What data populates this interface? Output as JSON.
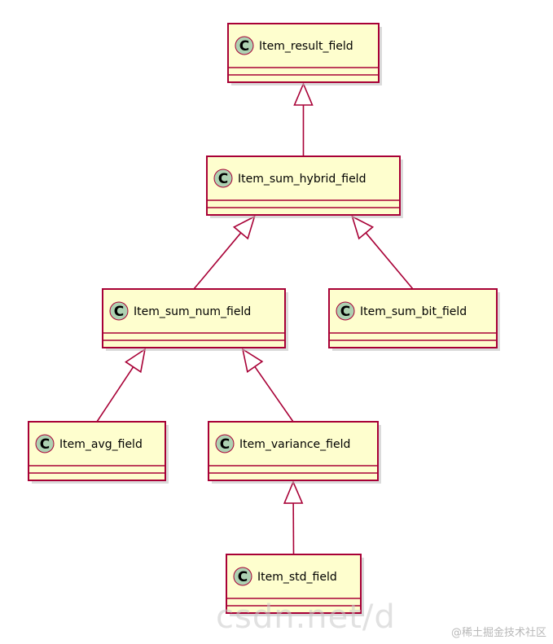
{
  "diagram": {
    "type": "uml-class-hierarchy",
    "badge_letter": "C",
    "classes": [
      {
        "id": "item_result_field",
        "name": "Item_result_field"
      },
      {
        "id": "item_sum_hybrid_field",
        "name": "Item_sum_hybrid_field"
      },
      {
        "id": "item_sum_num_field",
        "name": "Item_sum_num_field"
      },
      {
        "id": "item_sum_bit_field",
        "name": "Item_sum_bit_field"
      },
      {
        "id": "item_avg_field",
        "name": "Item_avg_field"
      },
      {
        "id": "item_variance_field",
        "name": "Item_variance_field"
      },
      {
        "id": "item_std_field",
        "name": "Item_std_field"
      }
    ],
    "inheritance": [
      {
        "child": "item_sum_hybrid_field",
        "parent": "item_result_field"
      },
      {
        "child": "item_sum_num_field",
        "parent": "item_sum_hybrid_field"
      },
      {
        "child": "item_sum_bit_field",
        "parent": "item_sum_hybrid_field"
      },
      {
        "child": "item_avg_field",
        "parent": "item_sum_num_field"
      },
      {
        "child": "item_variance_field",
        "parent": "item_sum_num_field"
      },
      {
        "child": "item_std_field",
        "parent": "item_variance_field"
      }
    ],
    "colors": {
      "class_fill": "#FEFECE",
      "class_border": "#A80036",
      "badge_fill": "#ADD1B2",
      "arrow": "#A80036",
      "shadow": "#bdbdbd"
    }
  },
  "watermark": {
    "url": "csdn.net/d",
    "credit": "@稀土掘金技术社区"
  }
}
